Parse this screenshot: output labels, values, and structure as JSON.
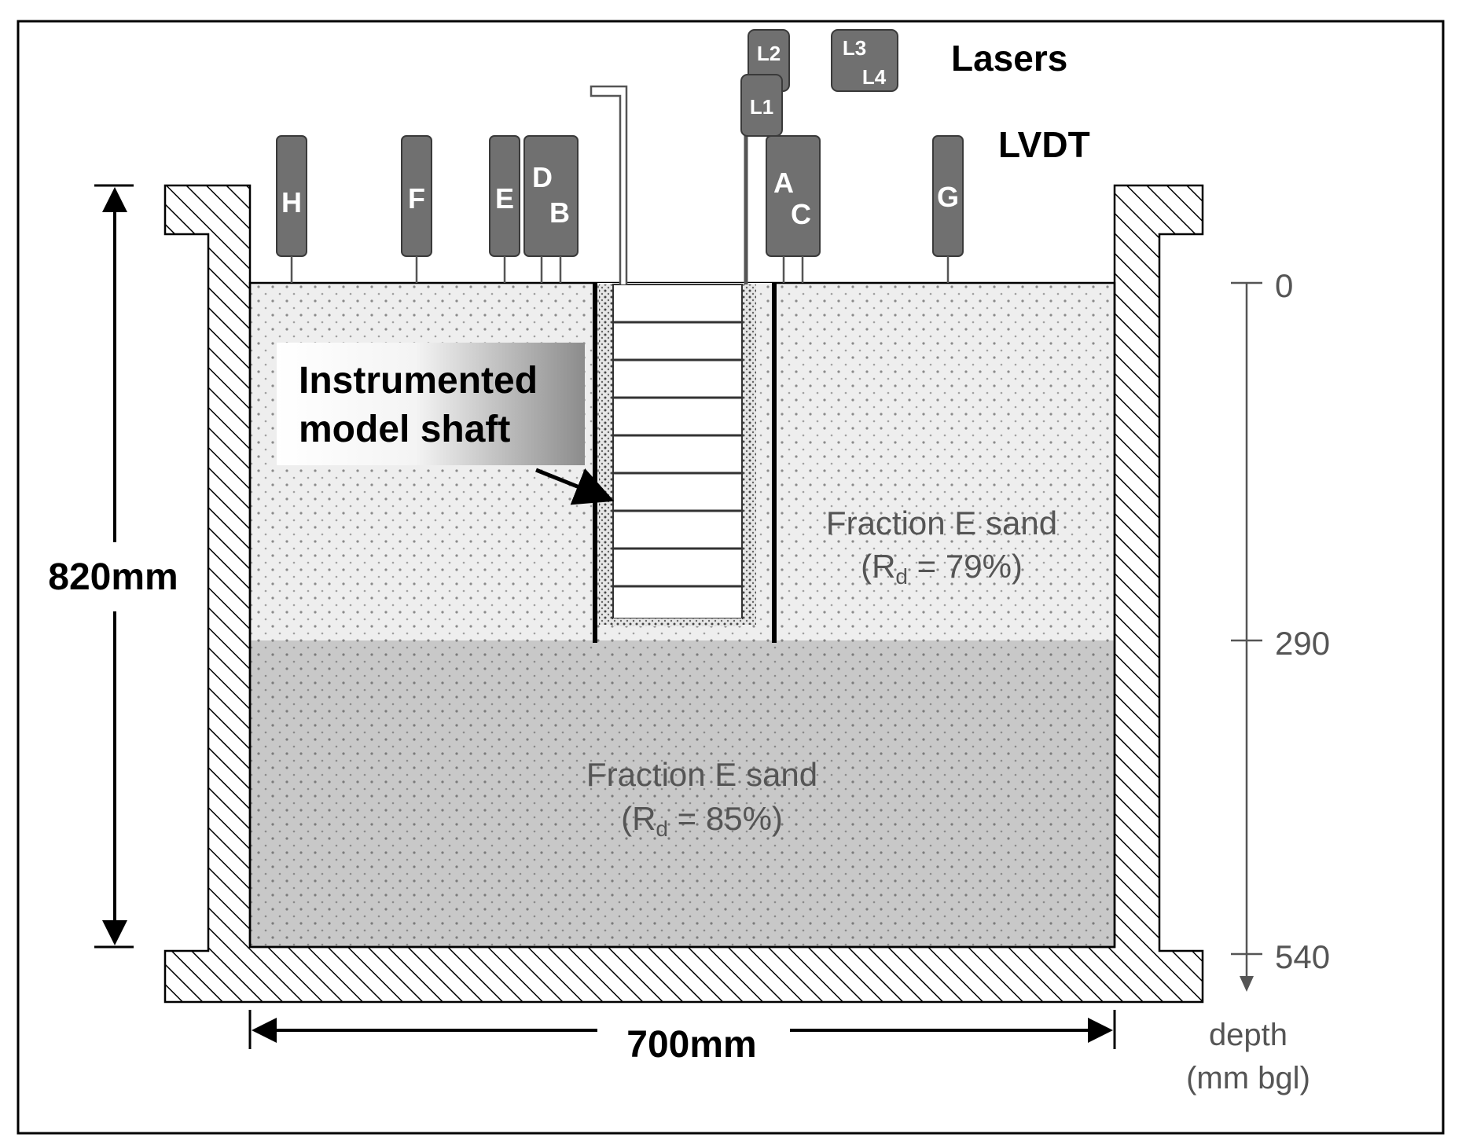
{
  "labels": {
    "lasers": "Lasers",
    "lvdt": "LVDT",
    "shaft_line1": "Instrumented",
    "shaft_line2": "model shaft",
    "height": "820mm",
    "width": "700mm",
    "upper_sand_line1": "Fraction E sand",
    "upper_sand_line2_pre": "(R",
    "upper_sand_line2_sub": "d",
    "upper_sand_line2_post": " = 79%)",
    "lower_sand_line1": "Fraction E sand",
    "lower_sand_line2_pre": "(R",
    "lower_sand_line2_sub": "d",
    "lower_sand_line2_post": " = 85%)",
    "depth_line1": "depth",
    "depth_line2": "(mm bgl)"
  },
  "depth_ticks": [
    "0",
    "290",
    "540"
  ],
  "lvdts": {
    "H": "H",
    "F": "F",
    "E": "E",
    "D": "D",
    "B": "B",
    "A": "A",
    "C": "C",
    "G": "G"
  },
  "lasers": {
    "L1": "L1",
    "L2": "L2",
    "L3": "L3",
    "L4": "L4"
  },
  "colors": {
    "device": "#707070",
    "device_stroke": "#3a3a3a",
    "upper_sand": "#ededed",
    "lower_sand": "#c9c9c9",
    "hatch": "#000000"
  }
}
